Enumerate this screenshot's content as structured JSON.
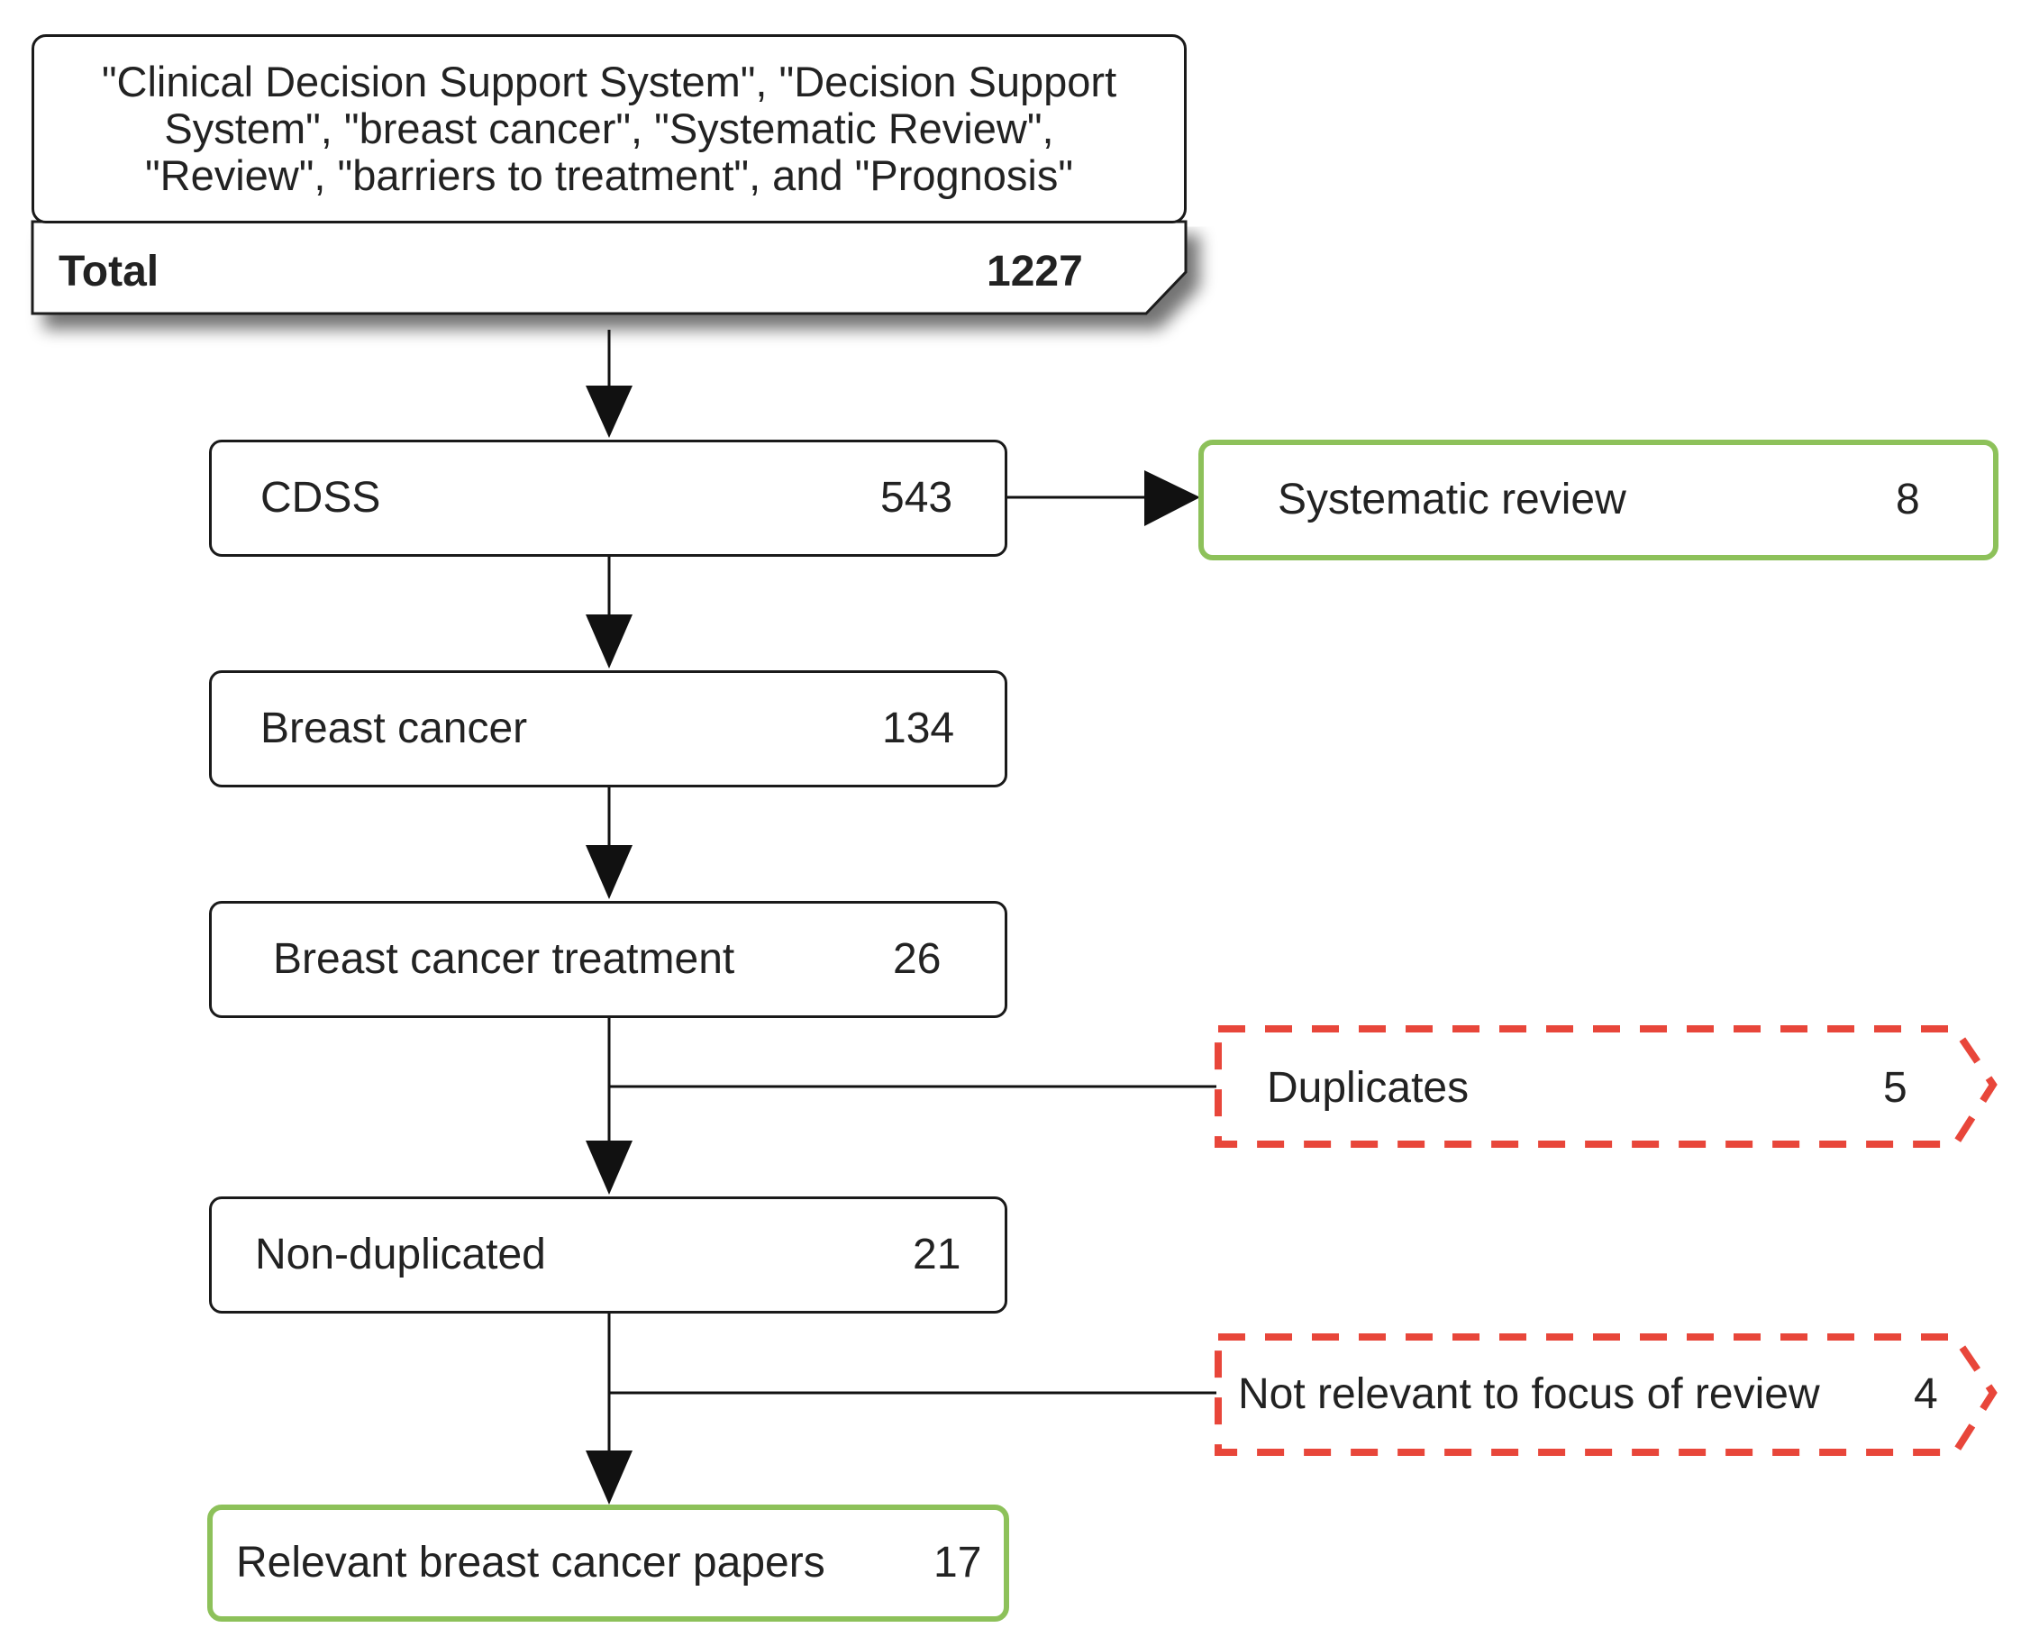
{
  "search": {
    "lines": [
      "\"Clinical Decision Support System\", \"Decision Support",
      "System\", \"breast cancer\", \"Systematic Review\",",
      "\"Review\", \"barriers to treatment\", and \"Prognosis\""
    ]
  },
  "total": {
    "label": "Total",
    "count": "1227"
  },
  "nodes": {
    "cdss": {
      "label": "CDSS",
      "count": "543"
    },
    "systematic_review": {
      "label": "Systematic review",
      "count": "8"
    },
    "breast_cancer": {
      "label": "Breast cancer",
      "count": "134"
    },
    "breast_cancer_treatment": {
      "label": "Breast cancer treatment",
      "count": "26"
    },
    "duplicates": {
      "label": "Duplicates",
      "count": "5"
    },
    "non_duplicated": {
      "label": "Non-duplicated",
      "count": "21"
    },
    "not_relevant": {
      "label": "Not relevant to focus of review",
      "count": "4"
    },
    "relevant": {
      "label": "Relevant breast cancer papers",
      "count": "17"
    }
  },
  "colors": {
    "include_border": "#8dc15a",
    "exclude_border": "#e8463a",
    "line": "#111111"
  }
}
